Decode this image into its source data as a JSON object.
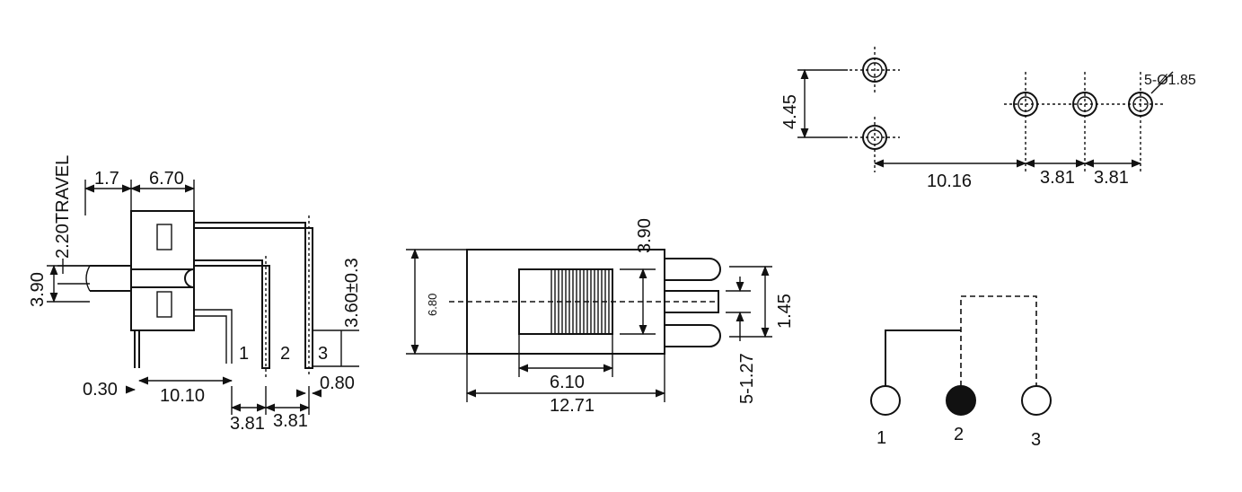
{
  "side_view": {
    "dims": {
      "d1": "1.7",
      "d2": "6.70",
      "travel": "2.20TRAVEL",
      "d3": "3.90",
      "d4": "3.60±0.3",
      "d5": "0.30",
      "d6": "10.10",
      "d7": "0.80",
      "d8": "3.81",
      "d9": "3.81"
    },
    "pins": [
      "1",
      "2",
      "3"
    ]
  },
  "front_view": {
    "dims": {
      "height": "6.80",
      "d1": "3.90",
      "d2": "1.45",
      "d3": "5-1.27",
      "d4": "6.10",
      "d5": "12.71"
    }
  },
  "pcb_layout": {
    "dims": {
      "d1": "4.45",
      "hole": "5-Ø1.85",
      "d2": "10.16",
      "d3": "3.81",
      "d4": "3.81"
    }
  },
  "schematic": {
    "pins": [
      "1",
      "2",
      "3"
    ]
  }
}
